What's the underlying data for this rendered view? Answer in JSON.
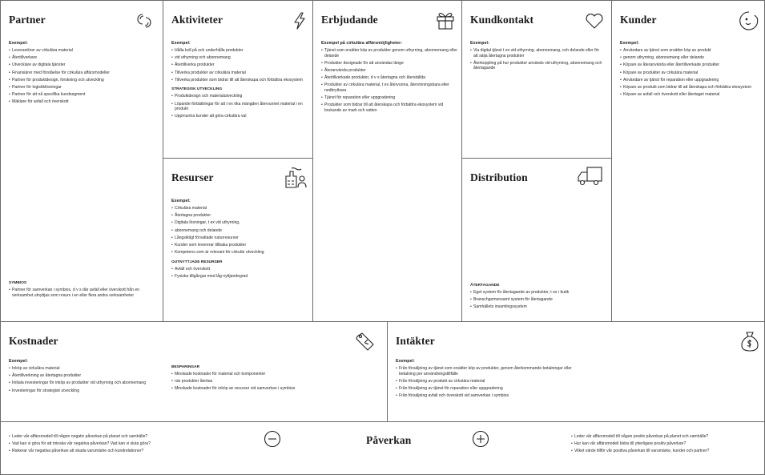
{
  "partner": {
    "title": "Partner",
    "icon": "chain-link-icon",
    "example_label": "Exempel:",
    "items": [
      "Leverantörer av cirkulära material",
      "Återtillverkare",
      "Utvecklare av digitala tjänster",
      "Finansiärer med förståelse för cirkulära affärsmodeller",
      "Partner för produktdesign, forskning och utveckling",
      "Partner för logistiklösningar",
      "Partner för att nå specifika kundsegment",
      "Mäklare för avfall och överskott"
    ],
    "symbios_label": "SYMBIOS",
    "symbios_items": [
      "Partner för samverkan i symbios, d v s där avfall eller överskott från en verksamhet utnyttjas som resurs i en eller flera andra verksamheter"
    ]
  },
  "aktiviteter": {
    "title": "Aktiviteter",
    "icon": "lightning-bolt-icon",
    "example_label": "Exempel:",
    "items": [
      "Hålla koll på och underhålla produkter",
      "vid uthyrning och abonnemang",
      "Återtillverka produkter",
      "Tillverka produkter av cirkulära material",
      "Tillverka produkter som bidrar till att återskapa och förbättra ekosystem"
    ],
    "strategisk_label": "STRATEGISK UTVECKLING",
    "strategisk_items": [
      "Produktdesign och materialutveckling",
      "Löpande förbättringar för att t ex öka mängden återvunnet material i en produkt",
      "Uppmuntra kunder att göra cirkulära val"
    ]
  },
  "resurser": {
    "title": "Resurser",
    "icon": "factory-worker-icon",
    "example_label": "Exempel:",
    "items": [
      "Cirkulära material",
      "Återtagna produkter",
      "Digitala lösningar, t ex vid uthyrning,",
      "abonnemang och delande",
      "Långsiktigt förvaltade naturresurser",
      "Kunder som levererar tillbaka produkter",
      "Kompetens som är relevant för cirkulär utveckling"
    ],
    "outnyttjade_label": "OUTNYTTJADE RESURSER",
    "outnyttjade_items": [
      "Avfall och överskott",
      "Fysiska tillgångar med låg nyttjandegrad"
    ]
  },
  "erbjudande": {
    "title": "Erbjudande",
    "icon": "gift-box-icon",
    "example_label": "Exempel på cirkulära affärsmöjligheter:",
    "items": [
      "Tjänst som ersätter köp av produkter genom uthyrning, abonnemang eller delande",
      "Produkter designade för att användas länge",
      "Återanvända produkter",
      "Återtillverkade produkter, d v s återtagna och återställda",
      "Produkter av cirkulära material, t ex återvunna, återvinningsbara eller nedbrytbara",
      "Tjänst för reparation eller uppgradering",
      "Produkter som bidrar till att återskapa och förbättra ekosystem vid brukande av mark och vatten"
    ]
  },
  "kundkontakt": {
    "title": "Kundkontakt",
    "icon": "heart-icon",
    "example_label": "Exempel:",
    "items": [
      "Via digital tjänst t ex vid uthyrning, abonnemang, och delande eller för att sälja återtagna produkter",
      "Återkoppling på hur produkter används vid uthyrning, abonnemang och återtagande"
    ]
  },
  "distribution": {
    "title": "Distribution",
    "icon": "truck-icon",
    "atertagande_label": "ÅTERTAGANDE",
    "atertagande_items": [
      "Eget system för återtagande av produkter, t ex i butik",
      "Branschgemensamt system för återtagande",
      "Samhällets insamlingssystem"
    ]
  },
  "kunder": {
    "title": "Kunder",
    "icon": "smiley-face-icon",
    "example_label": "Exempel:",
    "items": [
      "Användare av tjänst som ersätter köp av produkt",
      "genom uthyrning, abonnemang eller delande",
      "Köpare av återanvända eller återtillverkade produkter",
      "Köpare av produkter av cirkulära material",
      "Användare av tjänst för reparation eller uppgradering",
      "Köpare av produkt som bidrar till att återskapa och förbättra ekosystem",
      "Köpare av avfall och överskott eller återtaget material"
    ]
  },
  "kostnader": {
    "title": "Kostnader",
    "icon": "price-tag-icon",
    "example_label": "Exempel:",
    "items": [
      "Inköp av cirkulära material",
      "Återtillverkning av återtagna produkter",
      "Initiala investeringar för inköp av produkter vid uthyrning och abonnemang",
      "Investeringar för strategisk utveckling"
    ],
    "besparingar_label": "BESPARINGAR",
    "besparingar_items": [
      "Minskade kostnader för material och komponenter",
      "när produkter återtas",
      "Minskade kostnader för inköp av resurser vid samverkan i symbios"
    ]
  },
  "intakter": {
    "title": "Intäkter",
    "icon": "money-bag-icon",
    "example_label": "Exempel:",
    "items": [
      "Från försäljning av tjänst som ersätter köp av produkter, genom återkommande betalningar eller betalning per användningstillfälle",
      "Från försäljning av produkt av cirkulära material",
      "Från försäljning av tjänst för reparation eller uppgradering",
      "Från försäljning avfall och överskott vid samverkan i symbios"
    ]
  },
  "paverkan": {
    "title": "Påverkan",
    "minus_icon": "minus-circle-icon",
    "plus_icon": "plus-circle-icon",
    "negative_items": [
      "Leder vår affärsmodell till någon negativ påverkan på planet och samhälle?",
      "Vad kan vi göra för att minska vår negativa påverkan? Vad kan vi sluta göra?",
      "Riskerar vår negativa påverkan att skada varumärke och kundrelationer?"
    ],
    "positive_items": [
      "Leder vår affärsmodell till någon positiv påverkan på planet och samhälle?",
      "Hur kan vår affärsmodell bidra till ytterligare positiv påverkan?",
      "Vilket värde tillför vår positiva påverkan till varumärke, kunder och partner?"
    ]
  }
}
